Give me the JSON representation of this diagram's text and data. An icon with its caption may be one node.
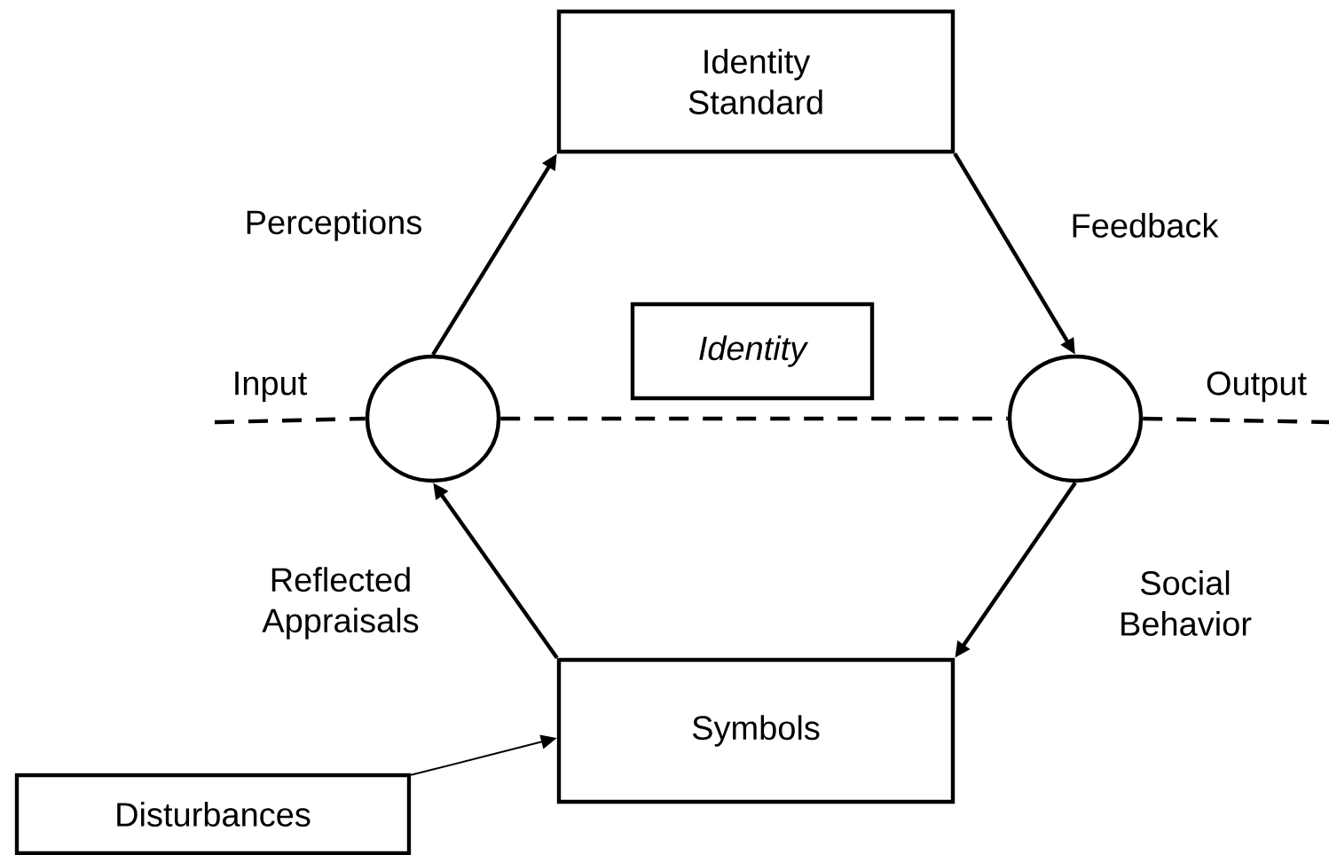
{
  "diagram": {
    "nodes": [
      {
        "text": [
          "Identity Standard"
        ]
      },
      {
        "text": [
          "Identity"
        ]
      },
      {
        "text": [],
        "shape": "circle"
      },
      {
        "text": [],
        "shape": "circle"
      },
      {
        "text": [
          "Symbols"
        ]
      },
      {
        "text": [
          "Disturbances"
        ]
      }
    ],
    "edges": [
      {
        "from": 2,
        "to": 0,
        "arrow": "to",
        "label": "Perceptions"
      },
      {
        "from": 0,
        "to": 3,
        "arrow": "to",
        "label": "Feedback"
      },
      {
        "from": 3,
        "to": 4,
        "arrow": "to",
        "label": "Social Behavior"
      },
      {
        "from": 4,
        "to": 2,
        "arrow": "to",
        "label": "Reflected Appraisals"
      },
      {
        "from": 5,
        "to": 4,
        "arrow": "to"
      },
      {
        "from": null,
        "to": 2,
        "arrow": "none",
        "style": "dashed"
      },
      {
        "from": 2,
        "to": 3,
        "arrow": "none",
        "style": "dashed"
      },
      {
        "from": 3,
        "to": null,
        "arrow": "none",
        "style": "dashed"
      }
    ],
    "labels": [
      "Input",
      "Output"
    ]
  }
}
